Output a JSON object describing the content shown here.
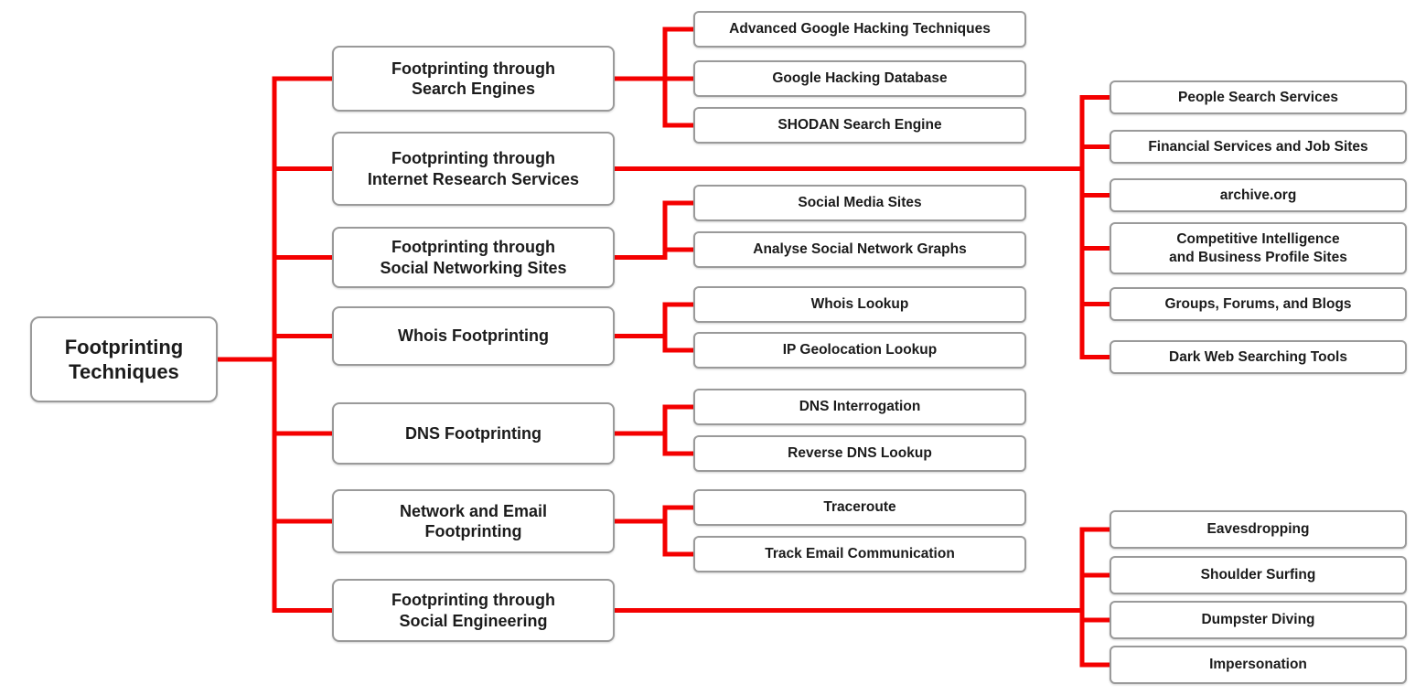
{
  "colors": {
    "connector": "#f40000",
    "box_border": "#9a9a9a",
    "box_background": "#ffffff",
    "text": "#1b1b1b",
    "page_background": "#ffffff"
  },
  "diagram": {
    "root": {
      "label": "Footprinting\nTechniques"
    },
    "branches": [
      {
        "label": "Footprinting through\nSearch Engines",
        "children": [
          {
            "label": "Advanced Google Hacking Techniques"
          },
          {
            "label": "Google Hacking Database"
          },
          {
            "label": "SHODAN Search Engine"
          }
        ]
      },
      {
        "label": "Footprinting through\nInternet Research Services",
        "children": [
          {
            "label": "People Search Services"
          },
          {
            "label": "Financial Services and Job Sites"
          },
          {
            "label": "archive.org"
          },
          {
            "label": "Competitive Intelligence\nand Business Profile Sites"
          },
          {
            "label": "Groups, Forums, and Blogs"
          },
          {
            "label": "Dark Web Searching Tools"
          }
        ]
      },
      {
        "label": "Footprinting through\nSocial Networking Sites",
        "children": [
          {
            "label": "Social Media Sites"
          },
          {
            "label": "Analyse Social Network Graphs"
          }
        ]
      },
      {
        "label": "Whois Footprinting",
        "children": [
          {
            "label": "Whois Lookup"
          },
          {
            "label": "IP Geolocation Lookup"
          }
        ]
      },
      {
        "label": "DNS Footprinting",
        "children": [
          {
            "label": "DNS Interrogation"
          },
          {
            "label": "Reverse DNS Lookup"
          }
        ]
      },
      {
        "label": "Network and Email\nFootprinting",
        "children": [
          {
            "label": "Traceroute"
          },
          {
            "label": "Track Email Communication"
          }
        ]
      },
      {
        "label": "Footprinting through\nSocial Engineering",
        "children": [
          {
            "label": "Eavesdropping"
          },
          {
            "label": "Shoulder Surfing"
          },
          {
            "label": "Dumpster Diving"
          },
          {
            "label": "Impersonation"
          }
        ]
      }
    ]
  }
}
